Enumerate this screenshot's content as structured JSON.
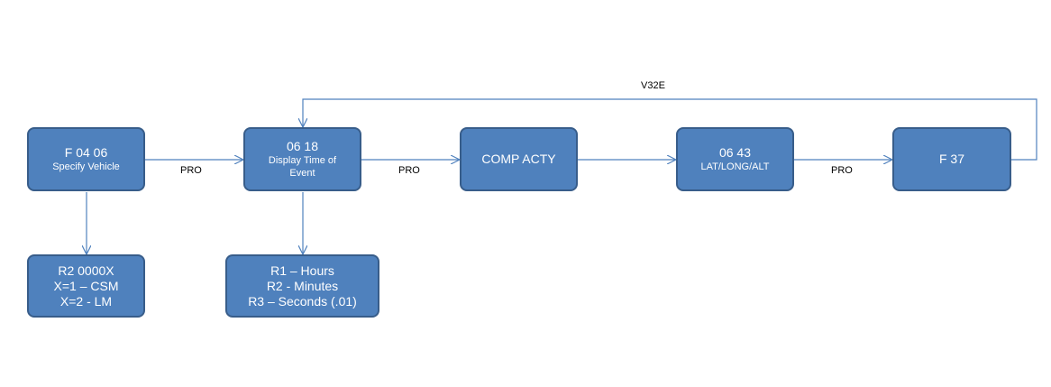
{
  "colors": {
    "box_fill": "#4f81bd",
    "box_border": "#385d8a",
    "line": "#4f81bd"
  },
  "nodes": {
    "n1": {
      "title": "F 04 06",
      "subtitle": "Specify Vehicle"
    },
    "n2": {
      "title": "06 18",
      "subtitle_line1": "Display Time of",
      "subtitle_line2": "Event"
    },
    "n3": {
      "title": "COMP ACTY"
    },
    "n4": {
      "title": "06 43",
      "subtitle": "LAT/LONG/ALT"
    },
    "n5": {
      "title": "F 37"
    },
    "n6": {
      "line1": "R2 0000X",
      "line2": "X=1 – CSM",
      "line3": "X=2 - LM"
    },
    "n7": {
      "line1": "R1 – Hours",
      "line2": "R2 - Minutes",
      "line3": "R3 – Seconds (.01)"
    }
  },
  "edges": {
    "pro_1": "PRO",
    "pro_2": "PRO",
    "pro_3": "PRO",
    "loop": "V32E"
  }
}
